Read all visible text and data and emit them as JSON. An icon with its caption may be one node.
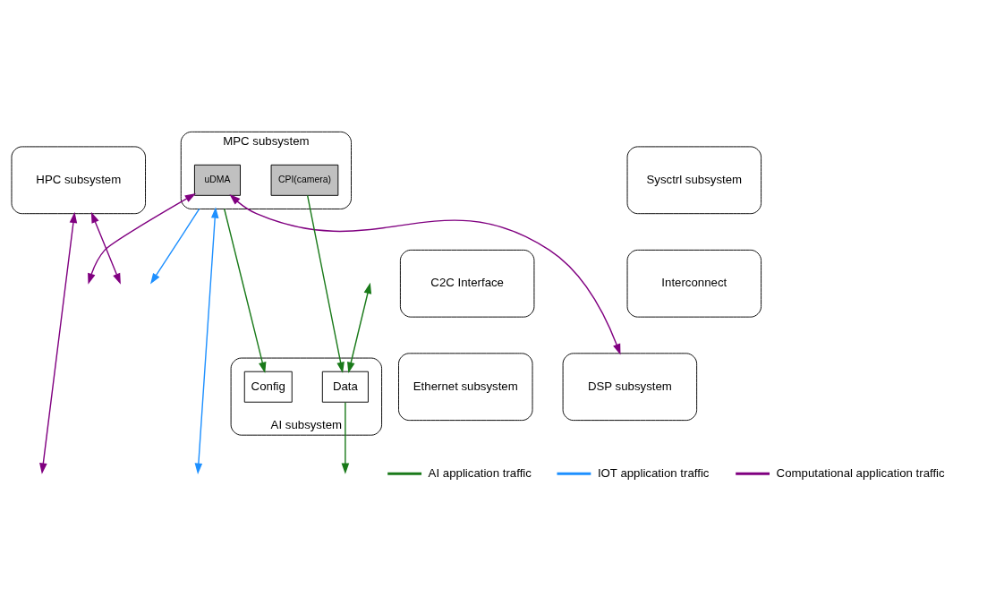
{
  "diagram": {
    "nodes": [
      {
        "text": [
          "HPC subsystem"
        ]
      },
      {
        "text": [
          "MPC subsystem"
        ]
      },
      {
        "text": [
          "uDMA"
        ],
        "in": 1
      },
      {
        "text": [
          "CPI(camera)"
        ],
        "in": 1
      },
      {
        "text": [
          "Sysctrl subsystem"
        ]
      },
      {
        "text": [
          "C2C Interface"
        ]
      },
      {
        "text": [
          "Interconnect"
        ]
      },
      {
        "text": [
          "AI subsystem"
        ]
      },
      {
        "text": [
          "Config"
        ],
        "in": 7
      },
      {
        "text": [
          "Data"
        ],
        "in": 7
      },
      {
        "text": [
          "Ethernet subsystem"
        ]
      },
      {
        "text": [
          "DSP subsystem"
        ]
      }
    ],
    "edges": [
      {
        "from": null,
        "to": 2,
        "arrow": "both",
        "color": "#800080"
      },
      {
        "from": null,
        "to": 0,
        "arrow": "both",
        "color": "#800080"
      },
      {
        "from": 0,
        "to": null,
        "arrow": "both",
        "color": "#800080"
      },
      {
        "from": 2,
        "to": 11,
        "arrow": "both",
        "color": "#800080"
      },
      {
        "from": null,
        "to": 1,
        "arrow": "both",
        "color": "#1e90ff"
      },
      {
        "from": 1,
        "to": null,
        "arrow": "to",
        "color": "#1e90ff"
      },
      {
        "from": 1,
        "to": 8,
        "arrow": "to",
        "color": "#1a7a1a"
      },
      {
        "from": null,
        "to": 9,
        "arrow": "both",
        "color": "#1a7a1a"
      },
      {
        "from": 3,
        "to": 9,
        "arrow": "to",
        "color": "#1a7a1a"
      },
      {
        "from": 9,
        "to": null,
        "arrow": "to",
        "color": "#1a7a1a"
      }
    ],
    "legend": [
      {
        "text": "AI application traffic",
        "color": "#1a7a1a"
      },
      {
        "text": "IOT application traffic",
        "color": "#1e90ff"
      },
      {
        "text": "Computational application traffic",
        "color": "#800080"
      }
    ]
  }
}
